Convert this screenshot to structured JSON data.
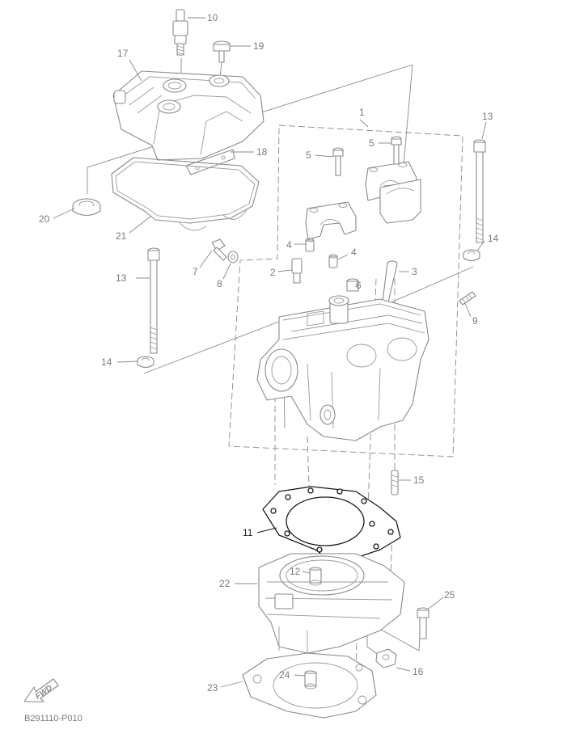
{
  "diagram": {
    "code": "B291110-P010",
    "fwd_label": "FWD",
    "callouts": {
      "c1": "1",
      "c2": "2",
      "c3": "3",
      "c4a": "4",
      "c4b": "4",
      "c5a": "5",
      "c5b": "5",
      "c6": "6",
      "c7": "7",
      "c8": "8",
      "c9": "9",
      "c10": "10",
      "c11": "11",
      "c12": "12",
      "c13a": "13",
      "c13b": "13",
      "c14a": "14",
      "c14b": "14",
      "c15": "15",
      "c16": "16",
      "c17": "17",
      "c18": "18",
      "c19": "19",
      "c20": "20",
      "c21": "21",
      "c22": "22",
      "c23": "23",
      "c24": "24",
      "c25": "25"
    }
  }
}
